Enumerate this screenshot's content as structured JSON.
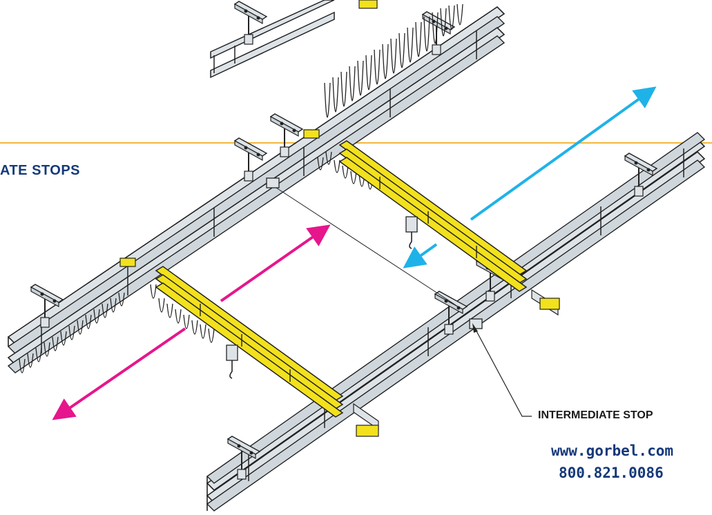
{
  "header": {
    "label": "ATE STOPS"
  },
  "callout": {
    "label": "INTERMEDIATE STOP"
  },
  "contact": {
    "website": "www.gorbel.com",
    "phone": "800.821.0086"
  },
  "colors": {
    "accent_line": "#f4b63a",
    "bridge_yellow": "#f2e11c",
    "arrow_cyan": "#1fb2e8",
    "arrow_magenta": "#e6168c",
    "text_navy": "#15397a",
    "steel": "#dde3e7"
  }
}
